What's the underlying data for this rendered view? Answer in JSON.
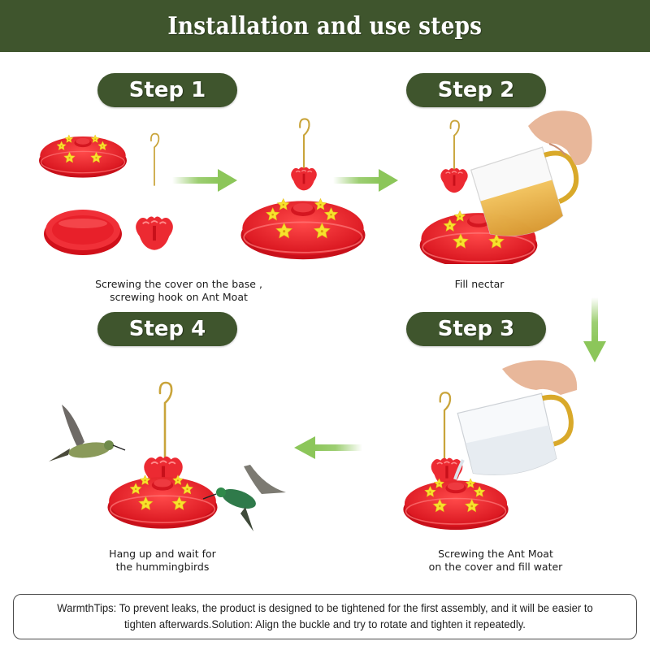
{
  "header": {
    "title": "Installation and use steps",
    "background": "#3f552d"
  },
  "steps": [
    {
      "label": "Step 1",
      "caption_line1": "Screwing the cover on the base ,",
      "caption_line2": "screwing hook on Ant Moat",
      "illustration": "feeder-parts-disassembled"
    },
    {
      "label": "Step 2",
      "caption_line1": "Fill  nectar",
      "caption_line2": "",
      "illustration": "pouring-nectar-into-base"
    },
    {
      "label": "Step 3",
      "caption_line1": "Screwing the Ant Moat",
      "caption_line2": "on the cover and fill water",
      "illustration": "pouring-water-into-ant-moat"
    },
    {
      "label": "Step 4",
      "caption_line1": "Hang up and wait for",
      "caption_line2": "the hummingbirds",
      "illustration": "hanging-feeder-with-hummingbirds"
    }
  ],
  "arrows": [
    {
      "name": "arrow-right-1",
      "direction": "right"
    },
    {
      "name": "arrow-right-2",
      "direction": "right"
    },
    {
      "name": "arrow-down",
      "direction": "down"
    },
    {
      "name": "arrow-left",
      "direction": "left"
    }
  ],
  "tips": {
    "text": "WarmthTips: To prevent leaks, the product is designed to be tightened for the first assembly, and it will be easier to tighten afterwards.Solution: Align the buckle and try to rotate and tighten it repeatedly."
  },
  "colors": {
    "pill_green": "#3f552d",
    "arrow_green": "#8cc65a",
    "feeder_red": "#e8202a",
    "flower_yellow": "#f5e12a",
    "hook_gold": "#c9a43a"
  }
}
